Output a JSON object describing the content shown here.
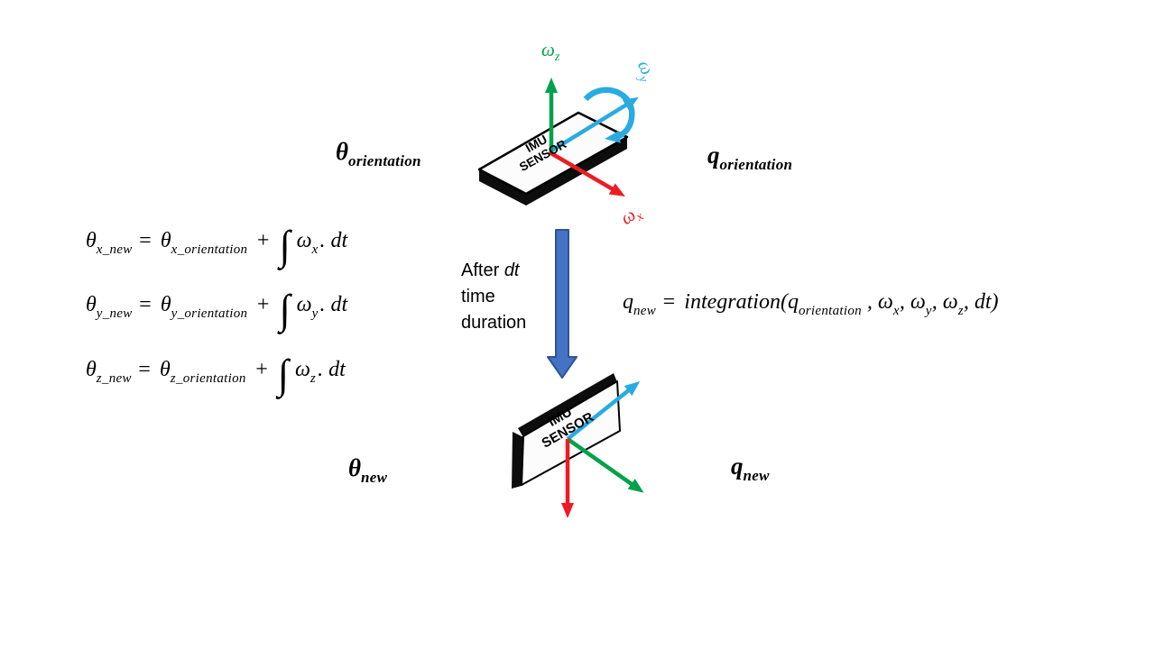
{
  "colors": {
    "axis_green": "#00A24C",
    "axis_cyan": "#29ABE2",
    "axis_red": "#ED1C24",
    "transition_arrow_fill": "#4472C4",
    "transition_arrow_border": "#2F5496",
    "board_face": "#FCFCFC",
    "board_side": "#0D0D0D"
  },
  "sensor": {
    "line1": "IMU",
    "line2": "SENSOR"
  },
  "axis_labels": {
    "omega": "ω",
    "z_sub": "z",
    "y_sub": "y",
    "x_sub": "x"
  },
  "orientation_labels": {
    "theta_base": "θ",
    "theta_sub": "orientation",
    "q_base": "q",
    "q_sub": "orientation",
    "theta_new_base": "θ",
    "theta_new_sub": "new",
    "q_new_base": "q",
    "q_new_sub": "new"
  },
  "equations": {
    "theta": "θ",
    "omega": "ω",
    "equals": "=",
    "plus": "+",
    "integral": "∫",
    "dt": ". dt",
    "rows": [
      {
        "lhs_sub": "x_new",
        "rhs_sub": "x_orientation",
        "omega_sub": "x"
      },
      {
        "lhs_sub": "y_new",
        "rhs_sub": "y_orientation",
        "omega_sub": "y"
      },
      {
        "lhs_sub": "z_new",
        "rhs_sub": "z_orientation",
        "omega_sub": "z"
      }
    ]
  },
  "transition": {
    "after": "After",
    "dt": "dt",
    "line2": "time",
    "line3": "duration"
  },
  "quaternion_equation": {
    "q": "q",
    "q_sub": "new",
    "equals": "=",
    "func": "integration",
    "open": "(",
    "arg_q": "q",
    "arg_q_sub": "orientation",
    "comma": ",",
    "omega": "ω",
    "sub_x": "x",
    "sub_y": "y",
    "sub_z": "z",
    "dt": "dt",
    "close": ")"
  }
}
